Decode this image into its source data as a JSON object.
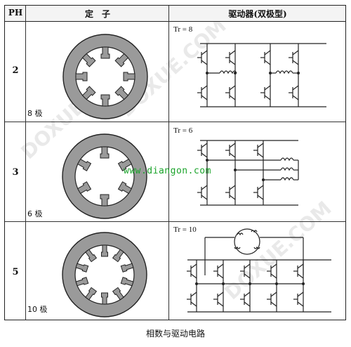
{
  "table": {
    "headers": {
      "ph": "PH",
      "stator": "定　子",
      "driver": "驱动器(双极型)"
    },
    "rows": [
      {
        "ph": "2",
        "poles": "8 极",
        "tr": "Tr = 8",
        "slots": 8
      },
      {
        "ph": "3",
        "poles": "6 极",
        "tr": "Tr = 6",
        "slots": 6
      },
      {
        "ph": "5",
        "poles": "10 极",
        "tr": "Tr = 10",
        "slots": 10
      }
    ]
  },
  "caption": "相数与驱动电路",
  "watermark": {
    "url": "www.diangon.com",
    "brand": "DOXUE.COM"
  },
  "colors": {
    "stator_fill": "#9a9a9a",
    "url_green": "#1aa32a"
  }
}
